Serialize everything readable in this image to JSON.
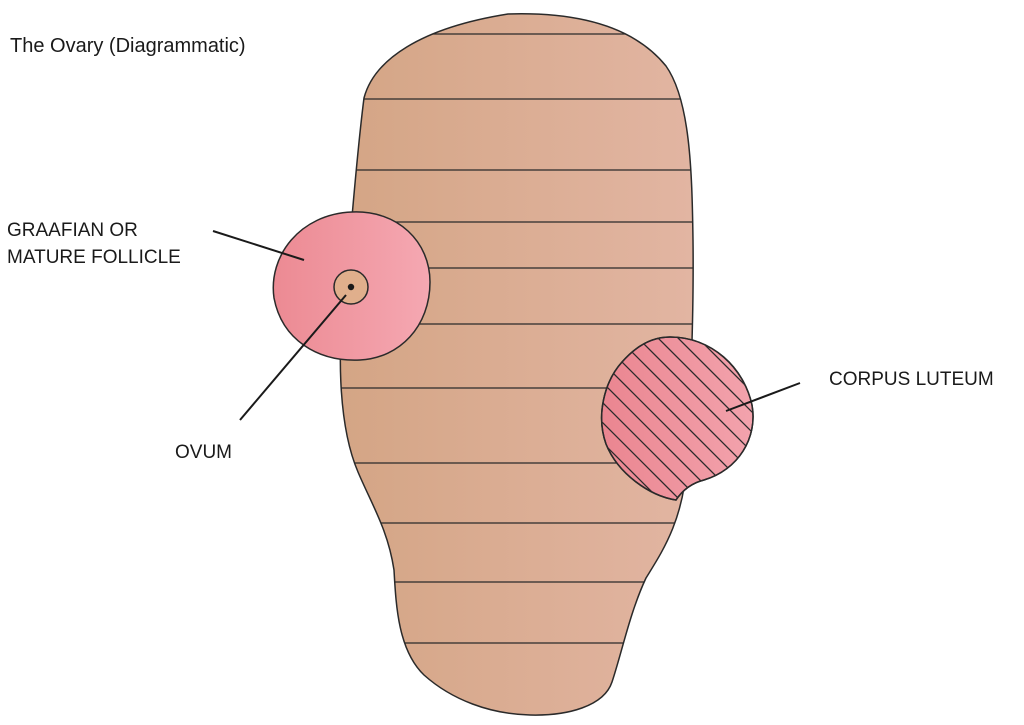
{
  "title": "The Ovary (Diagrammatic)",
  "labels": {
    "graafian_line1": "GRAAFIAN OR",
    "graafian_line2": "MATURE FOLLICLE",
    "ovum": "OVUM",
    "corpus_luteum": "CORPUS LUTEUM"
  },
  "colors": {
    "ovary_left": "#d4a585",
    "ovary_right": "#e2b5a2",
    "follicle_left": "#ec8a93",
    "follicle_right": "#f5a8b2",
    "corpus_left": "#ea8590",
    "corpus_right": "#f3a3ad",
    "ovum_fill": "#e0af8c",
    "outline": "#2a2a2a"
  }
}
